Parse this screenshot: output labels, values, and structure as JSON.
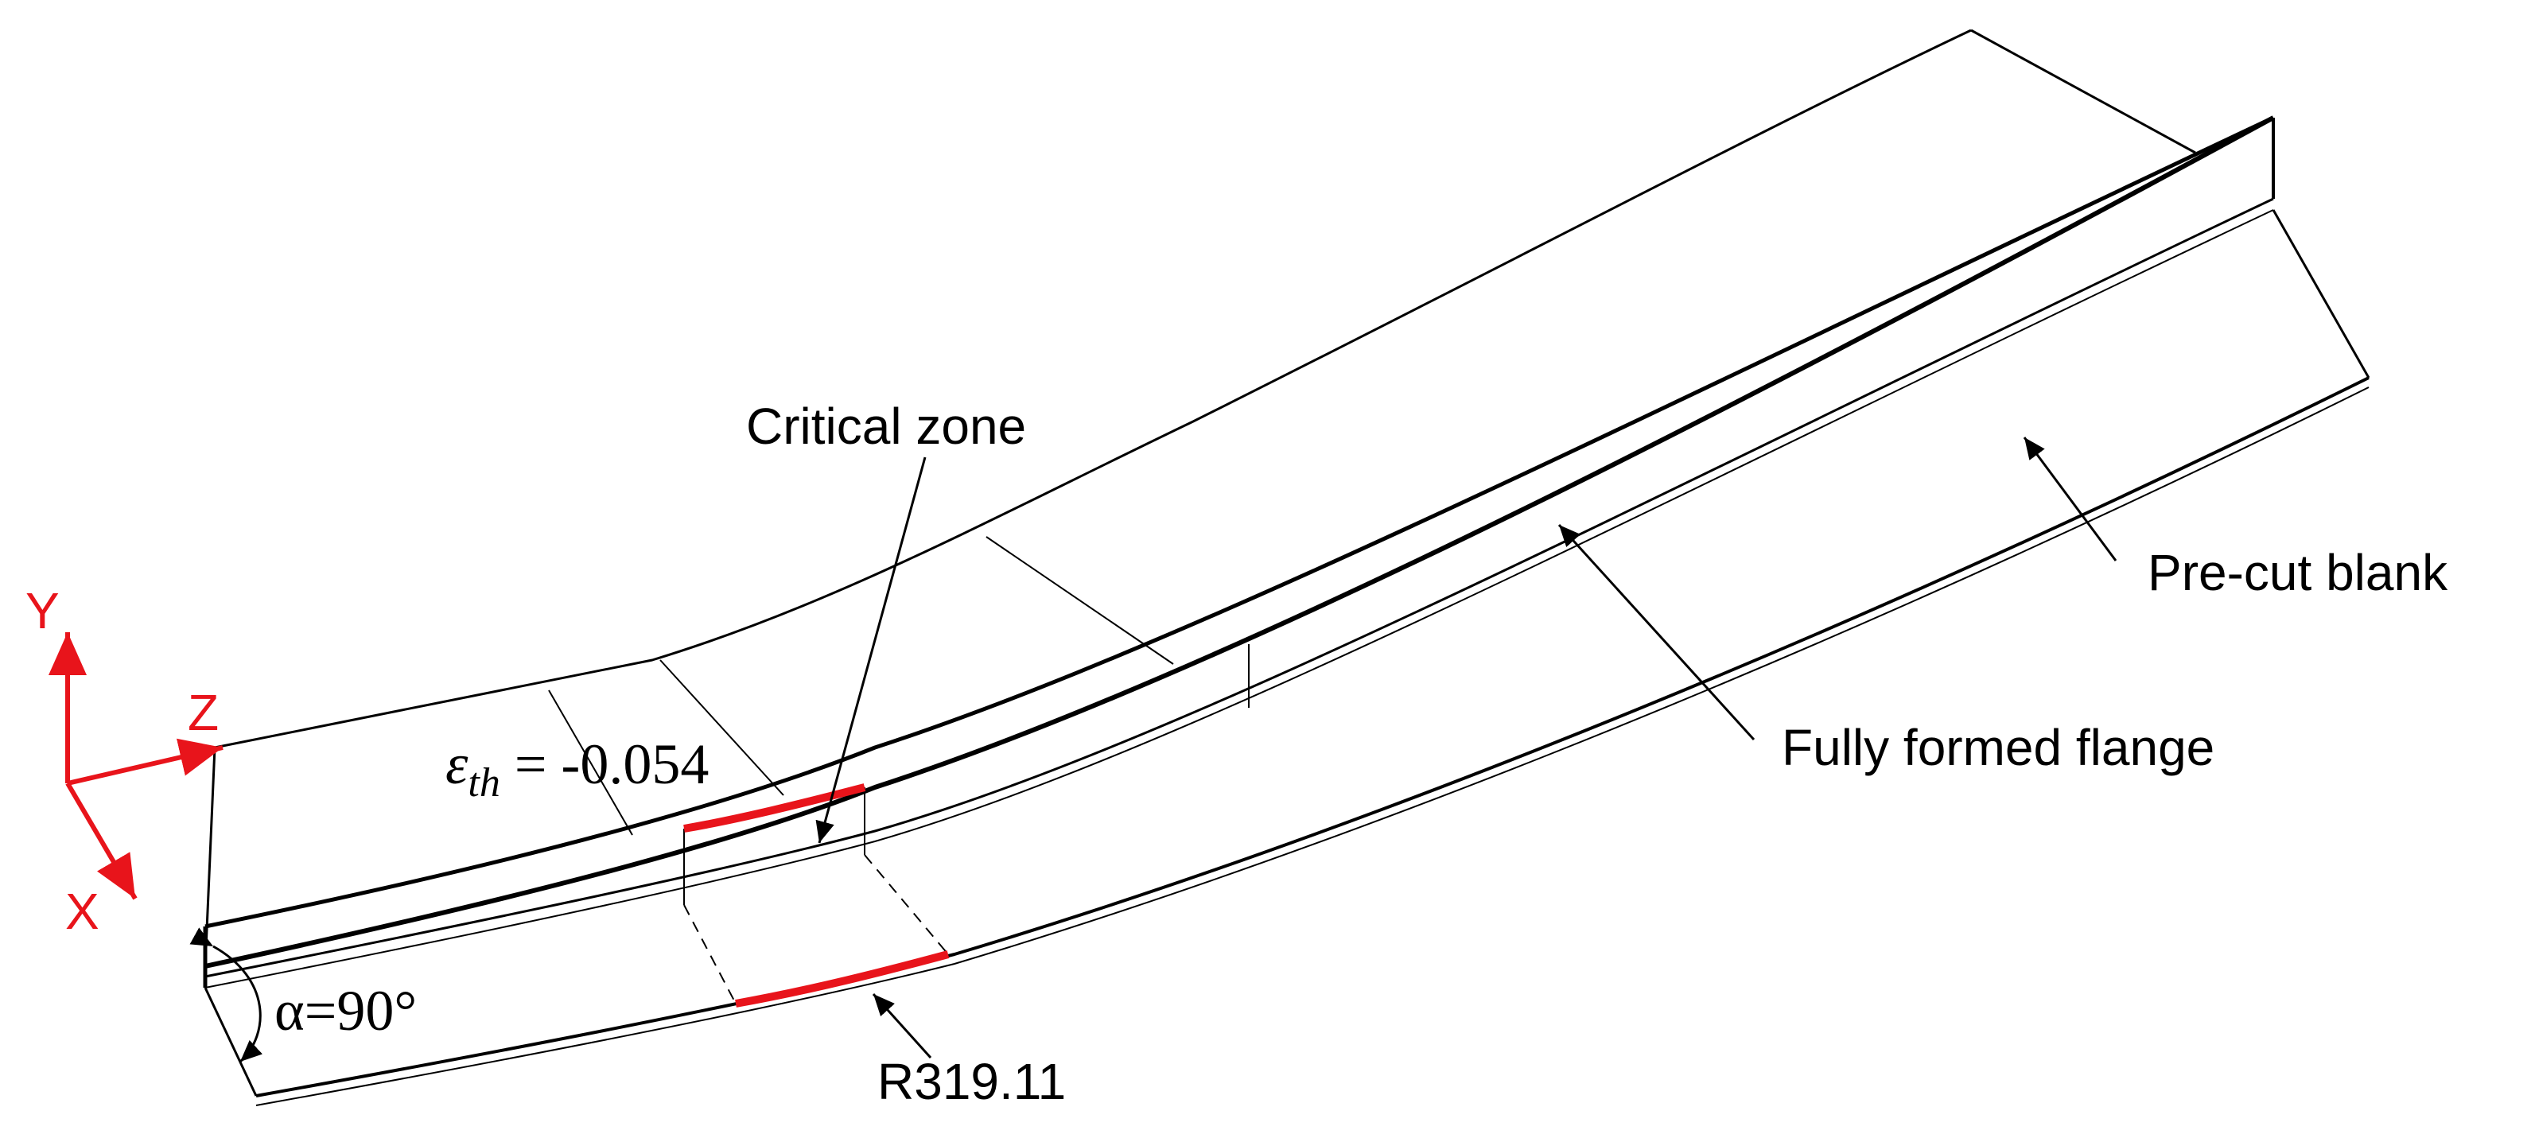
{
  "labels": {
    "critical_zone": "Critical zone",
    "pre_cut_blank": "Pre-cut blank",
    "fully_formed_flange": "Fully formed flange",
    "radius": "R319.11",
    "strain_symbol": "ε",
    "strain_subscript": "th",
    "strain_value": " = -0.054",
    "angle_symbol": "α",
    "angle_value": "=90°"
  },
  "axes": {
    "x": "X",
    "y": "Y",
    "z": "Z"
  },
  "colors": {
    "line": "#000000",
    "highlight": "#e8141b",
    "axes": "#e8141b"
  }
}
